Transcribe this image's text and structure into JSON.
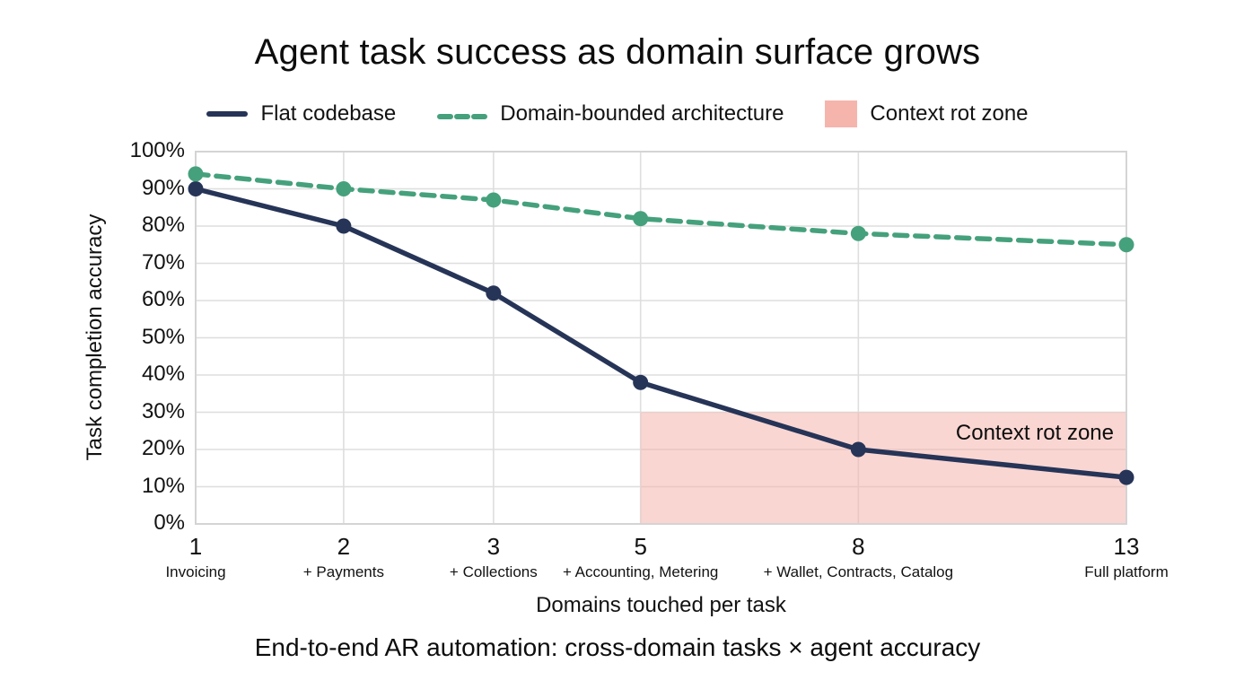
{
  "title": "Agent task success as domain surface grows",
  "legend": {
    "items": [
      {
        "label": "Flat codebase",
        "swatch": "solid-line",
        "color": "#263457"
      },
      {
        "label": "Domain-bounded architecture",
        "swatch": "dashed-line",
        "color": "#45A17C"
      },
      {
        "label": "Context rot zone",
        "swatch": "filled-area",
        "color": "#F5B5AD"
      }
    ]
  },
  "chart_data": {
    "type": "line",
    "title": "Agent task success as domain surface grows",
    "xlabel": "Domains touched per task",
    "ylabel": "Task completion accuracy",
    "x": [
      1,
      2,
      3,
      5,
      8,
      13
    ],
    "x_tick_labels": [
      "1",
      "2",
      "3",
      "5",
      "8",
      "13"
    ],
    "x_tick_sublabels": [
      "Invoicing",
      "+ Payments",
      "+ Collections",
      "+ Accounting, Metering",
      "+ Wallet, Contracts, Catalog",
      "Full platform"
    ],
    "x_fractions": [
      0,
      0.159,
      0.32,
      0.478,
      0.712,
      1.0
    ],
    "ylim": [
      0,
      100
    ],
    "yticks": [
      0,
      10,
      20,
      30,
      40,
      50,
      60,
      70,
      80,
      90,
      100
    ],
    "ytick_labels": [
      "0%",
      "10%",
      "20%",
      "30%",
      "40%",
      "50%",
      "60%",
      "70%",
      "80%",
      "90%",
      "100%"
    ],
    "grid": true,
    "legend_position": "top",
    "series": [
      {
        "name": "Flat codebase",
        "style": "solid",
        "color": "#263457",
        "values": [
          90,
          80,
          62,
          38,
          20,
          12.5
        ]
      },
      {
        "name": "Domain-bounded architecture",
        "style": "dashed",
        "color": "#45A17C",
        "values": [
          94,
          90,
          87,
          82,
          78,
          75
        ]
      }
    ],
    "zone": {
      "label": "Context rot zone",
      "x_start": 5,
      "x_end": 13,
      "y_start": 0,
      "y_end": 30,
      "fill": "#F5B5AD",
      "opacity": 0.55
    }
  },
  "caption": "End-to-end AR automation: cross-domain tasks × agent accuracy",
  "colors": {
    "grid": "#DEDEDE",
    "border": "#D4D4D4",
    "text": "#121212"
  }
}
